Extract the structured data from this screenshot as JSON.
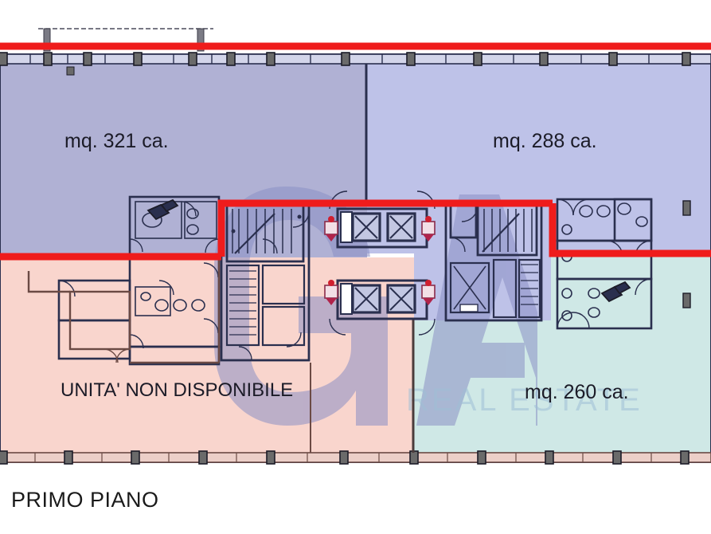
{
  "plan": {
    "caption": "PRIMO PIANO",
    "watermark": {
      "logo_text": "GA",
      "tagline": "REAL ESTATE",
      "logo_color": "#8b90c4",
      "tagline_color": "#9fc0d6"
    },
    "boundary": {
      "color": "#ef1c1c",
      "description": "red available-unit perimeter"
    },
    "zones": [
      {
        "id": "unit-top-left",
        "label": "mq. 321 ca.",
        "area_mq": 321,
        "fill": "#b0b1d4",
        "available": true
      },
      {
        "id": "unit-top-right",
        "label": "mq. 288 ca.",
        "area_mq": 288,
        "fill": "#bec2e8",
        "available": true
      },
      {
        "id": "unit-bottom-left",
        "label": "UNITA' NON DISPONIBILE",
        "area_mq": null,
        "fill": "#f9d5cd",
        "available": false
      },
      {
        "id": "unit-bottom-right",
        "label": "mq. 260 ca.",
        "area_mq": 260,
        "fill": "#cfe8e6",
        "available": true
      }
    ],
    "core": {
      "stairs_count": 2,
      "elevators_count": 4,
      "fire_extinguisher_markers": 4
    }
  }
}
